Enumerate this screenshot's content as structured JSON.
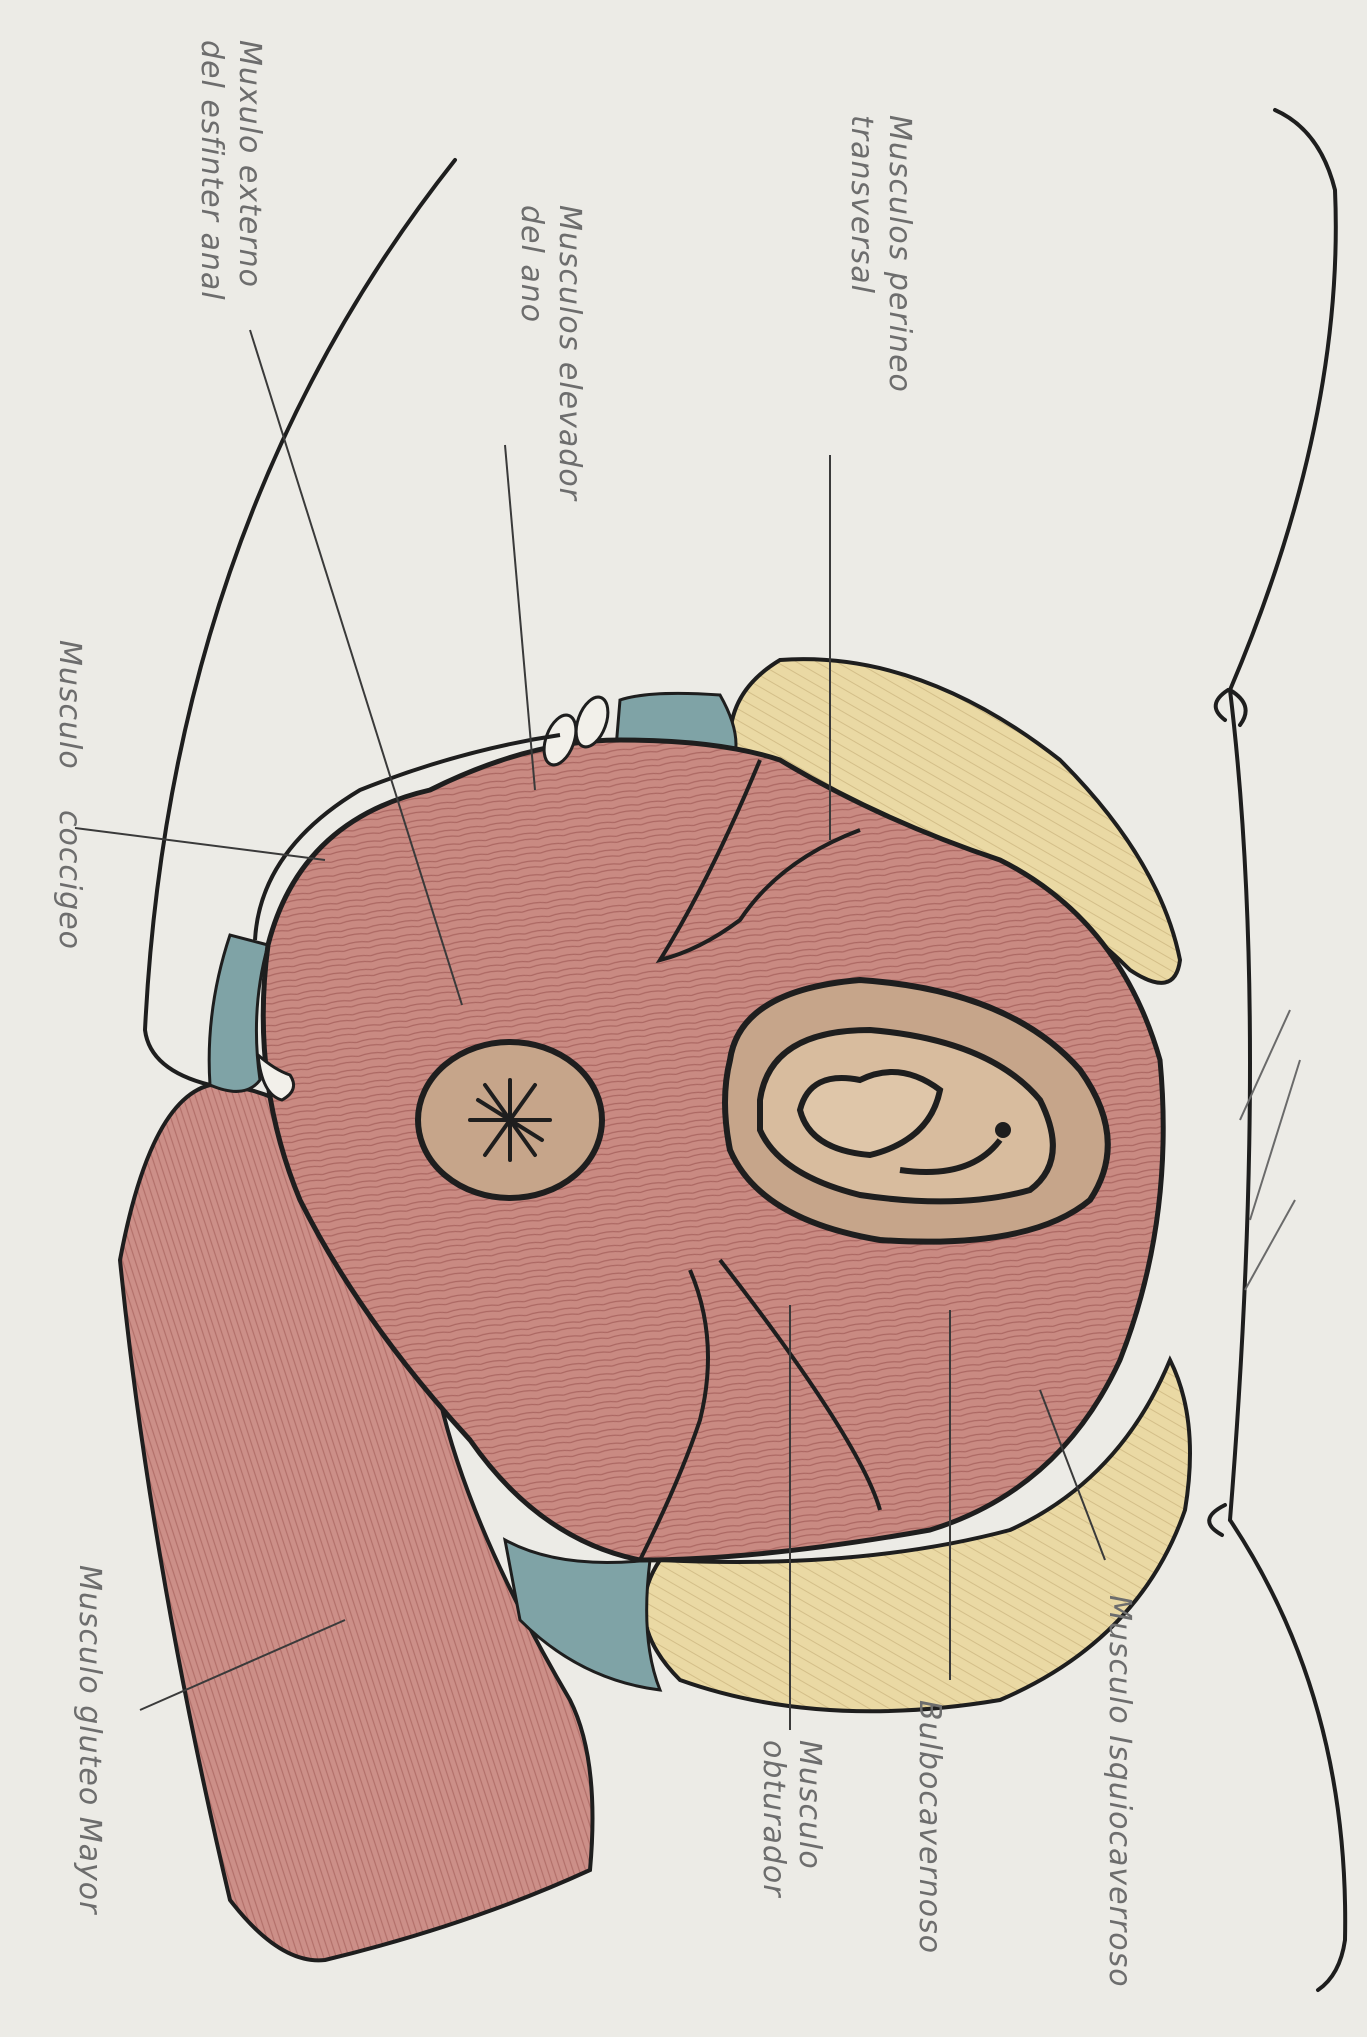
{
  "diagram": {
    "colors": {
      "paper": "#ecebe6",
      "muscle": "#c98a82",
      "muscle_dark": "#a8544f",
      "fat": "#ead9a4",
      "ligament": "#7fa3a6",
      "skin": "#c6a58a",
      "ink": "#1e1e1e",
      "label": "#6d6d6d"
    },
    "labels": {
      "esfinter": [
        "Muxulo externo",
        "del esfinter anal"
      ],
      "perineo": [
        "Musculos perineo",
        "transversal"
      ],
      "elevador": [
        "Musculos elevador",
        "del ano"
      ],
      "coccigeo": [
        "Musculo",
        "coccigeo"
      ],
      "gluteo": "Musculo gluteo Mayor",
      "isquio": "Musculo Isquiocaverroso",
      "bulbo": "Bulbocavernoso",
      "obturador": [
        "Musculo",
        "obturador"
      ]
    }
  }
}
